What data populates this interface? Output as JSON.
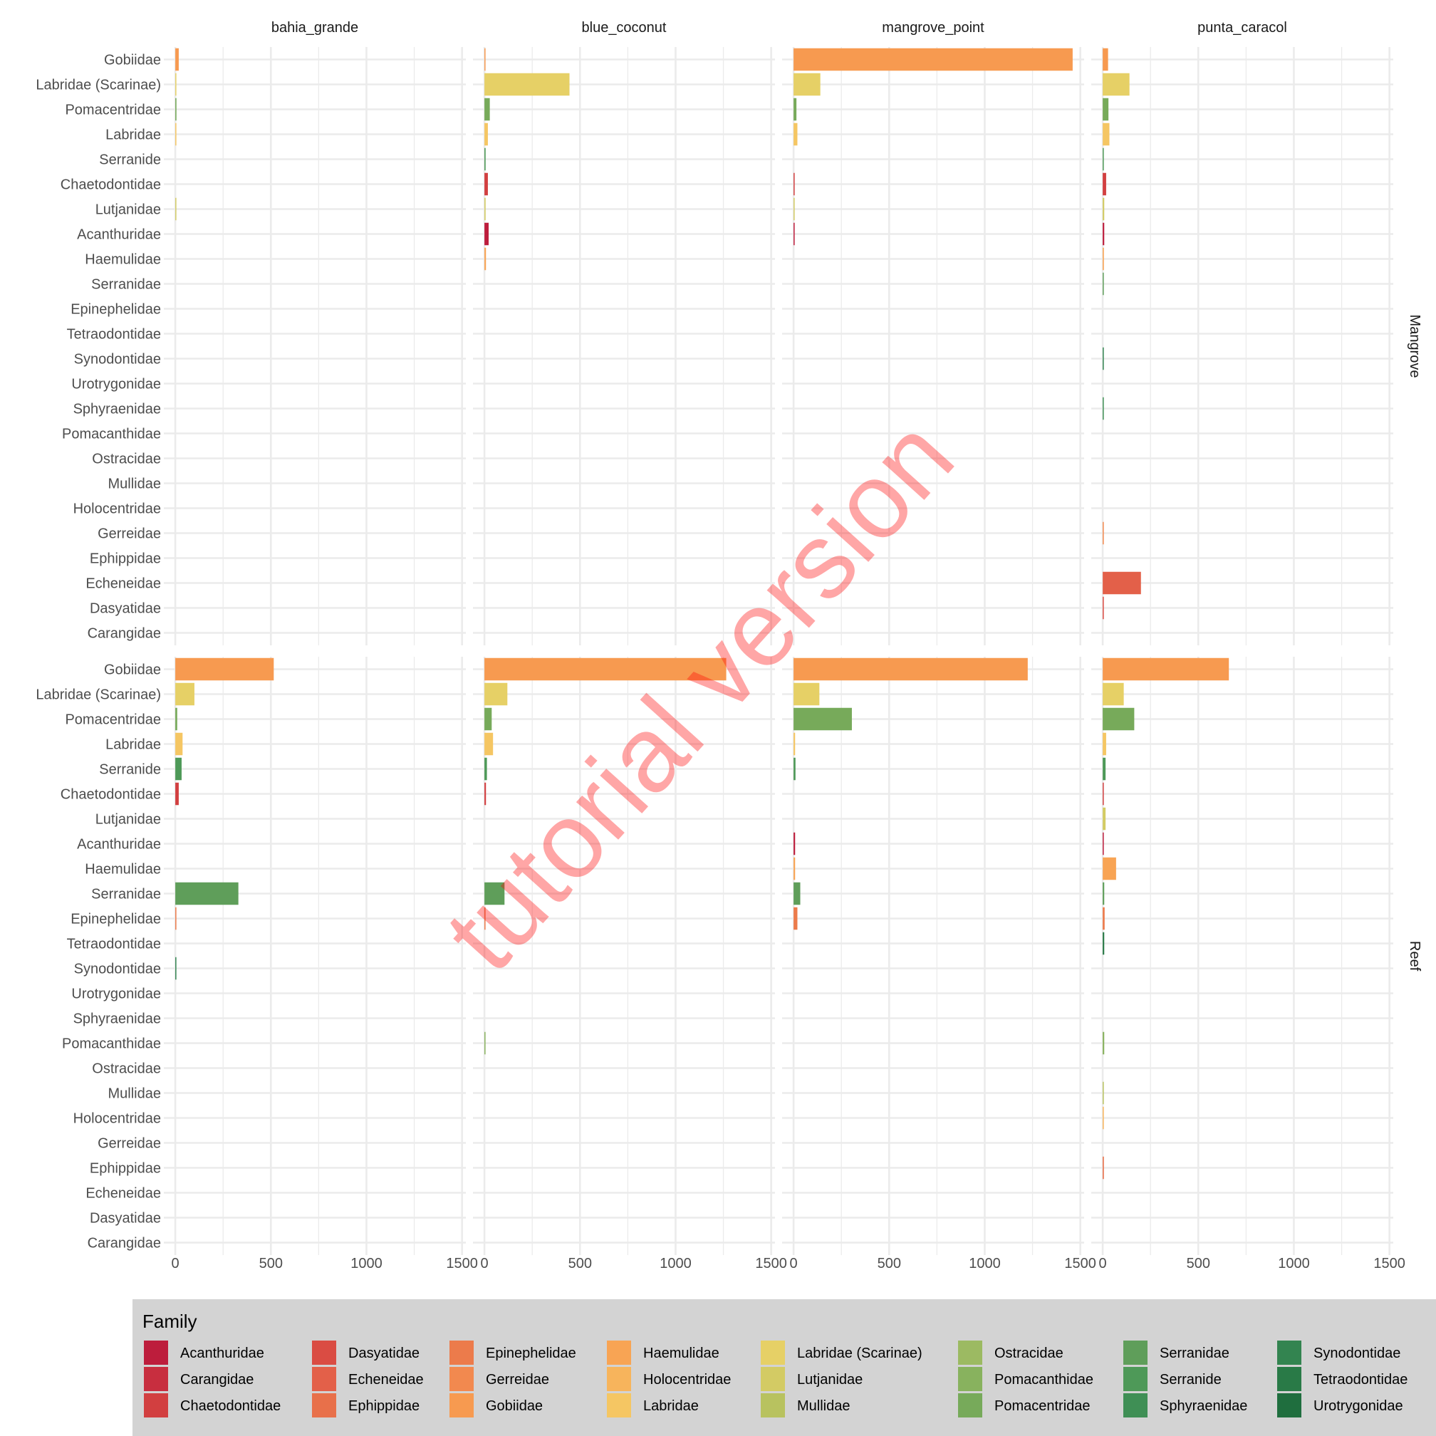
{
  "chart_data": {
    "type": "bar",
    "orientation": "horizontal",
    "facet_columns": [
      "bahia_grande",
      "blue_coconut",
      "mangrove_point",
      "punta_caracol"
    ],
    "facet_rows": [
      "Mangrove",
      "Reef"
    ],
    "categories": [
      "Gobiidae",
      "Labridae (Scarinae)",
      "Pomacentridae",
      "Labridae",
      "Serranide",
      "Chaetodontidae",
      "Lutjanidae",
      "Acanthuridae",
      "Haemulidae",
      "Serranidae",
      "Epinephelidae",
      "Tetraodontidae",
      "Synodontidae",
      "Urotrygonidae",
      "Sphyraenidae",
      "Pomacanthidae",
      "Ostracidae",
      "Mullidae",
      "Holocentridae",
      "Gerreidae",
      "Ephippidae",
      "Echeneidae",
      "Dasyatidae",
      "Carangidae"
    ],
    "x_ticks": [
      0,
      500,
      1000,
      1500
    ],
    "xlim": [
      -60,
      1520
    ],
    "grid": true,
    "panels": [
      {
        "row": "Mangrove",
        "col": "bahia_grande",
        "values": [
          18,
          3,
          6,
          4,
          0,
          0,
          5,
          0,
          0,
          0,
          0,
          0,
          0,
          0,
          0,
          0,
          0,
          0,
          0,
          0,
          0,
          0,
          0,
          0
        ]
      },
      {
        "row": "Mangrove",
        "col": "blue_coconut",
        "values": [
          5,
          445,
          28,
          18,
          6,
          18,
          6,
          22,
          8,
          0,
          0,
          0,
          0,
          0,
          0,
          0,
          0,
          0,
          0,
          0,
          0,
          0,
          0,
          0
        ]
      },
      {
        "row": "Mangrove",
        "col": "mangrove_point",
        "values": [
          1460,
          140,
          15,
          20,
          0,
          5,
          4,
          4,
          0,
          0,
          0,
          0,
          0,
          0,
          0,
          0,
          0,
          0,
          0,
          0,
          0,
          0,
          0,
          0
        ]
      },
      {
        "row": "Mangrove",
        "col": "punta_caracol",
        "values": [
          28,
          140,
          30,
          35,
          3,
          18,
          8,
          8,
          6,
          4,
          0,
          0,
          4,
          0,
          4,
          0,
          0,
          0,
          0,
          4,
          0,
          200,
          4,
          0
        ]
      },
      {
        "row": "Reef",
        "col": "bahia_grande",
        "values": [
          515,
          100,
          10,
          38,
          33,
          18,
          0,
          0,
          0,
          330,
          4,
          0,
          5,
          0,
          0,
          0,
          0,
          0,
          0,
          0,
          0,
          0,
          0,
          0
        ]
      },
      {
        "row": "Reef",
        "col": "blue_coconut",
        "values": [
          1265,
          120,
          38,
          45,
          13,
          8,
          0,
          0,
          0,
          105,
          5,
          0,
          0,
          0,
          0,
          4,
          0,
          0,
          0,
          0,
          0,
          0,
          0,
          0
        ]
      },
      {
        "row": "Reef",
        "col": "mangrove_point",
        "values": [
          1225,
          135,
          305,
          8,
          10,
          0,
          0,
          8,
          8,
          35,
          20,
          0,
          0,
          0,
          0,
          0,
          0,
          0,
          0,
          0,
          0,
          0,
          0,
          0
        ]
      },
      {
        "row": "Reef",
        "col": "punta_caracol",
        "values": [
          660,
          110,
          165,
          18,
          15,
          4,
          15,
          4,
          70,
          8,
          10,
          8,
          0,
          0,
          0,
          8,
          0,
          4,
          4,
          0,
          6,
          0,
          0,
          0
        ]
      }
    ],
    "legend": {
      "title": "Family",
      "position": "bottom",
      "columns": [
        [
          {
            "name": "Acanthuridae",
            "color": "#bd1d3c"
          },
          {
            "name": "Carangidae",
            "color": "#c82e3f"
          },
          {
            "name": "Chaetodontidae",
            "color": "#d23f40"
          }
        ],
        [
          {
            "name": "Dasyatidae",
            "color": "#da4c43"
          },
          {
            "name": "Echeneidae",
            "color": "#e36049"
          },
          {
            "name": "Ephippidae",
            "color": "#e8704a"
          }
        ],
        [
          {
            "name": "Epinephelidae",
            "color": "#ec7b4b"
          },
          {
            "name": "Gerreidae",
            "color": "#f2894f"
          },
          {
            "name": "Gobiidae",
            "color": "#f79a50"
          }
        ],
        [
          {
            "name": "Haemulidae",
            "color": "#f8a454"
          },
          {
            "name": "Holocentridae",
            "color": "#f7b45c"
          },
          {
            "name": "Labridae",
            "color": "#f5c663"
          }
        ],
        [
          {
            "name": "Labridae (Scarinae)",
            "color": "#e6d066"
          },
          {
            "name": "Lutjanidae",
            "color": "#d3cb64"
          },
          {
            "name": "Mullidae",
            "color": "#b8c25f"
          }
        ],
        [
          {
            "name": "Ostracidae",
            "color": "#9cba62"
          },
          {
            "name": "Pomacanthidae",
            "color": "#88b25e"
          },
          {
            "name": "Pomacentridae",
            "color": "#77aa5a"
          }
        ],
        [
          {
            "name": "Serranidae",
            "color": "#5f9e5a"
          },
          {
            "name": "Serranide",
            "color": "#4e9958"
          },
          {
            "name": "Sphyraenidae",
            "color": "#3f8f55"
          }
        ],
        [
          {
            "name": "Synodontidae",
            "color": "#338450"
          },
          {
            "name": "Tetraodontidae",
            "color": "#297a47"
          },
          {
            "name": "Urotrygonidae",
            "color": "#1f6e3e"
          }
        ]
      ]
    },
    "watermark": "tutorial version",
    "colors": {
      "panel_bg": "#ffffff",
      "grid": "#ebebeb",
      "legend_bg": "#d3d3d3"
    }
  }
}
